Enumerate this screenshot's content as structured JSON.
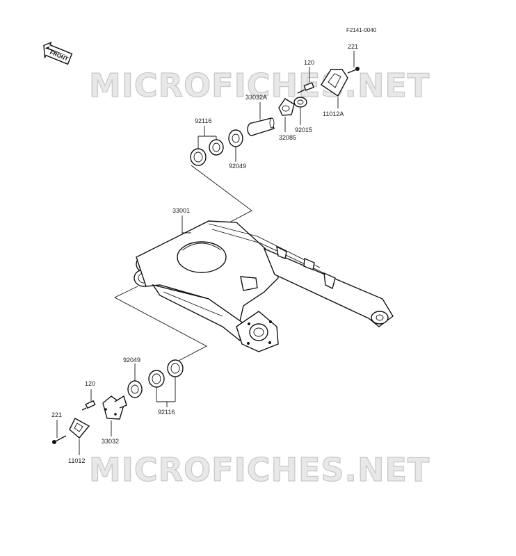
{
  "drawing_code": "F2141-0040",
  "front_label": "FRONT",
  "watermarks": [
    "MICROFICHES.NET",
    "MICROFICHES.NET"
  ],
  "part_labels": {
    "p221_top": "221",
    "p120_top": "120",
    "p33032A": "33032A",
    "p11012A": "11012A",
    "p92015": "92015",
    "p32085": "32085",
    "p92116_top": "92116",
    "p92049_top": "92049",
    "p33001": "33001",
    "p92049_bottom": "92049",
    "p120_bottom": "120",
    "p92116_bottom": "92116",
    "p221_bottom": "221",
    "p33032": "33032",
    "p11012": "11012"
  },
  "colors": {
    "ink": "#111111",
    "paper": "#ffffff",
    "watermark": "#c9c9c9"
  }
}
